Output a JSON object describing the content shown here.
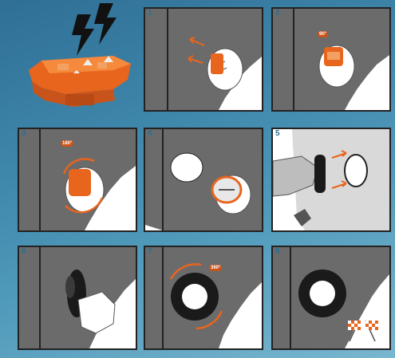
{
  "colors": {
    "accent": "#e8651e",
    "wall": "#6b6b6b",
    "frame": "#222222",
    "background": "#3f86ab"
  },
  "steps": [
    {
      "number": "1"
    },
    {
      "number": "2",
      "rotation_label": "90°"
    },
    {
      "number": "3",
      "rotation_label": "180°"
    },
    {
      "number": "4"
    },
    {
      "number": "5"
    },
    {
      "number": "6"
    },
    {
      "number": "7",
      "rotation_label": "360°"
    },
    {
      "number": "8"
    }
  ],
  "icons": [
    "lightning-bolt-icon",
    "checkered-flags-icon"
  ]
}
